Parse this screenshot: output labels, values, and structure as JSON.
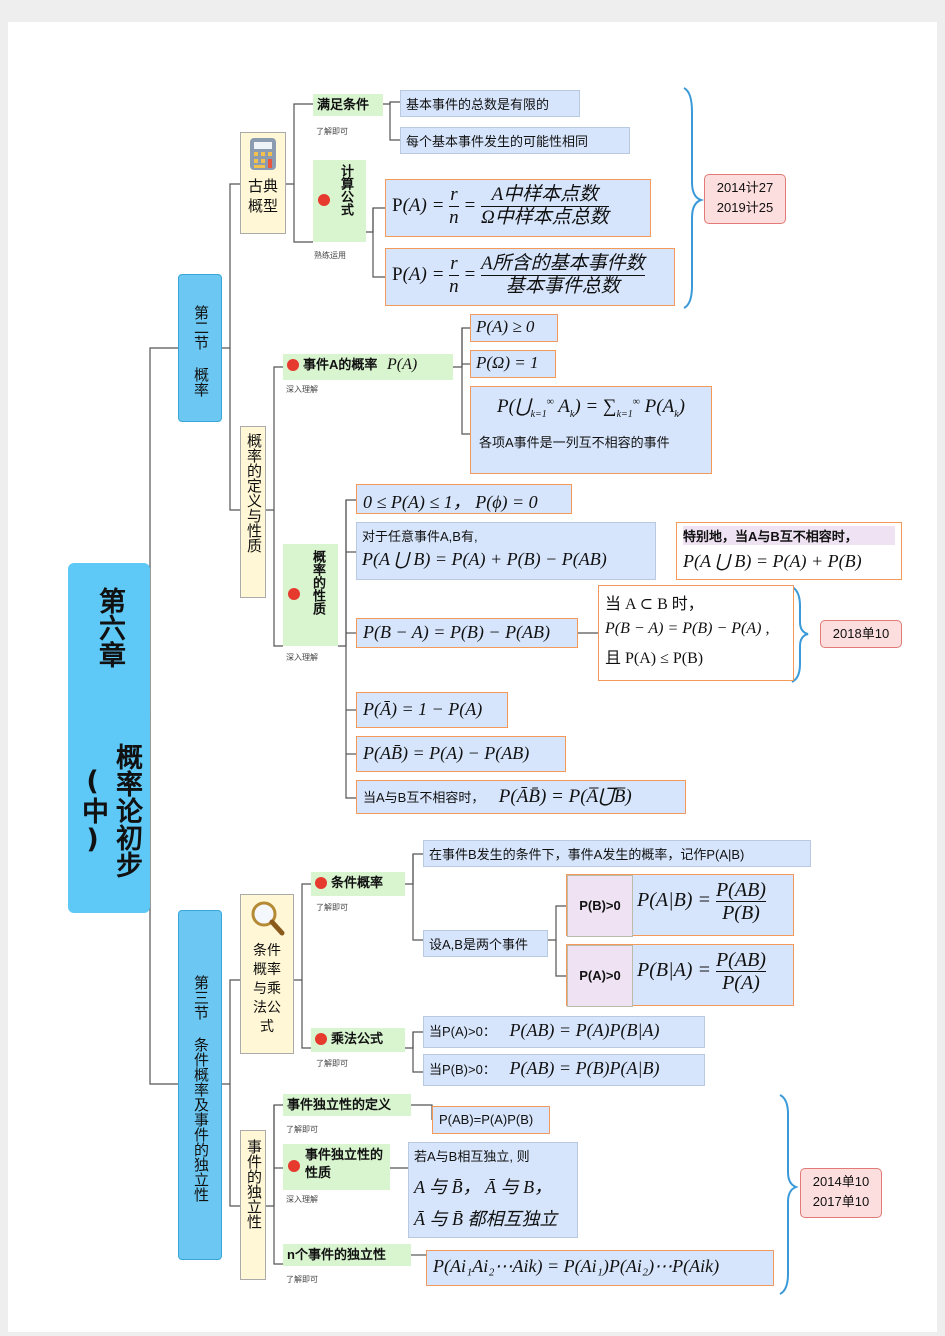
{
  "root": {
    "title_line1": "第六章",
    "title_line2": "概率论初步(中)"
  },
  "sections": {
    "s2": {
      "label": "第二节 概率"
    },
    "s3": {
      "label": "第三节 条件概率及事件的独立性"
    }
  },
  "topics": {
    "classical": "古典概型",
    "definition": "概率的定义与性质",
    "conditional": "条件概率与乘法公式",
    "independence": "事件的独立性"
  },
  "nodes": {
    "condition_met": "满足条件",
    "calc_formula": "计算公式",
    "event_prob": "事件A的概率",
    "event_prob_sym": "P(A)",
    "prob_props": "概率的性质",
    "cond_prob": "条件概率",
    "mult_formula": "乘法公式",
    "indep_def": "事件独立性的定义",
    "indep_props": "事件独立性的性质",
    "n_indep": "n个事件的独立性"
  },
  "notes": {
    "understand": "了解即可",
    "familiar": "熟练运用",
    "deep": "深入理解"
  },
  "items": {
    "finite": "基本事件的总数是有限的",
    "equal": "每个基本事件发生的可能性相同",
    "f1_num": "A中样本点数",
    "f1_den": "Ω中样本点总数",
    "f2_num": "A所含的基本事件数",
    "f2_den": "基本事件总数",
    "axiom1": "P(A) ≥ 0",
    "axiom2": "P(Ω) = 1",
    "axiom3_caption": "各项A事件是一列互不相容的事件",
    "prop1": "0 ≤ P(A) ≤ 1， P(ϕ) = 0",
    "prop2_text": "对于任意事件A,B有,",
    "prop2_formula": "P(A ⋃ B) = P(A) + P(B) − P(AB)",
    "prop2_special": "特别地，当A与B互不相容时，",
    "prop2_special_formula": "P(A ⋃ B) = P(A) + P(B)",
    "prop3": "P(B − A) = P(B) − P(AB)",
    "prop3_when": "当 A ⊂ B 时，",
    "prop3_f": "P(B − A) = P(B) − P(A) ,",
    "prop3_and": "且 P(A) ≤ P(B)",
    "prop4": "P(Ā) = 1 − P(A)",
    "prop5": "P(AB̄) = P(A) − P(AB)",
    "prop6_text": "当A与B互不相容时，",
    "prop6_formula": "P(ĀB̄) = P(A̅⋃̅B̅)",
    "cond_def": "在事件B发生的条件下，事件A发生的概率，记作P(A|B)",
    "let_ab": "设A,B是两个事件",
    "pb_pos": "P(B)>0",
    "pa_pos": "P(A)>0",
    "mult1_when": "当P(A)>0：",
    "mult1": "P(AB) = P(A)P(B|A)",
    "mult2_when": "当P(B)>0：",
    "mult2": "P(AB) = P(B)P(A|B)",
    "indep_formula": "P(AB)=P(A)P(B)",
    "indep_prop_line1": "若A与B相互独立, 则",
    "indep_prop_line2": "A 与 B̄， Ā 与 B，",
    "indep_prop_line3": "Ā 与 B̄ 都相互独立",
    "n_formula": "P(Ai₁Ai₂⋯Aik) = P(Ai₁)P(Ai₂)⋯P(Aik)"
  },
  "exams": {
    "e1": "2014计27\n2019计25",
    "e2": "2018单10",
    "e3": "2014单10\n2017单10"
  },
  "colors": {
    "root": "#5ec8f7",
    "section": "#6cc8f2",
    "green": "#d9f5d0",
    "blue": "#d6e5fb",
    "pink": "#fbdedd",
    "orange": "#f39a5b",
    "brace": "#3a9ad9"
  }
}
